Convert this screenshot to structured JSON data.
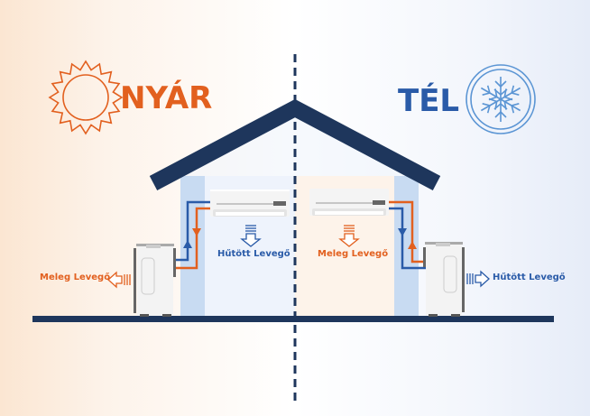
{
  "seasons": {
    "summer": {
      "title": "NYÁR",
      "icon": "sun-icon",
      "color": "#e2601f"
    },
    "winter": {
      "title": "TÉL",
      "icon": "snowflake-icon",
      "color": "#2a5ba8"
    }
  },
  "labels": {
    "summer_indoor": "Hűtött Levegő",
    "summer_outdoor": "Meleg Levegő",
    "winter_indoor": "Meleg Levegő",
    "winter_outdoor": "Hűtött Levegő"
  },
  "colors": {
    "roof": "#1e365c",
    "hot": "#e2601f",
    "cold": "#2a5ba8",
    "wall": "#c8dbf2",
    "snow": "#5b95d4"
  }
}
